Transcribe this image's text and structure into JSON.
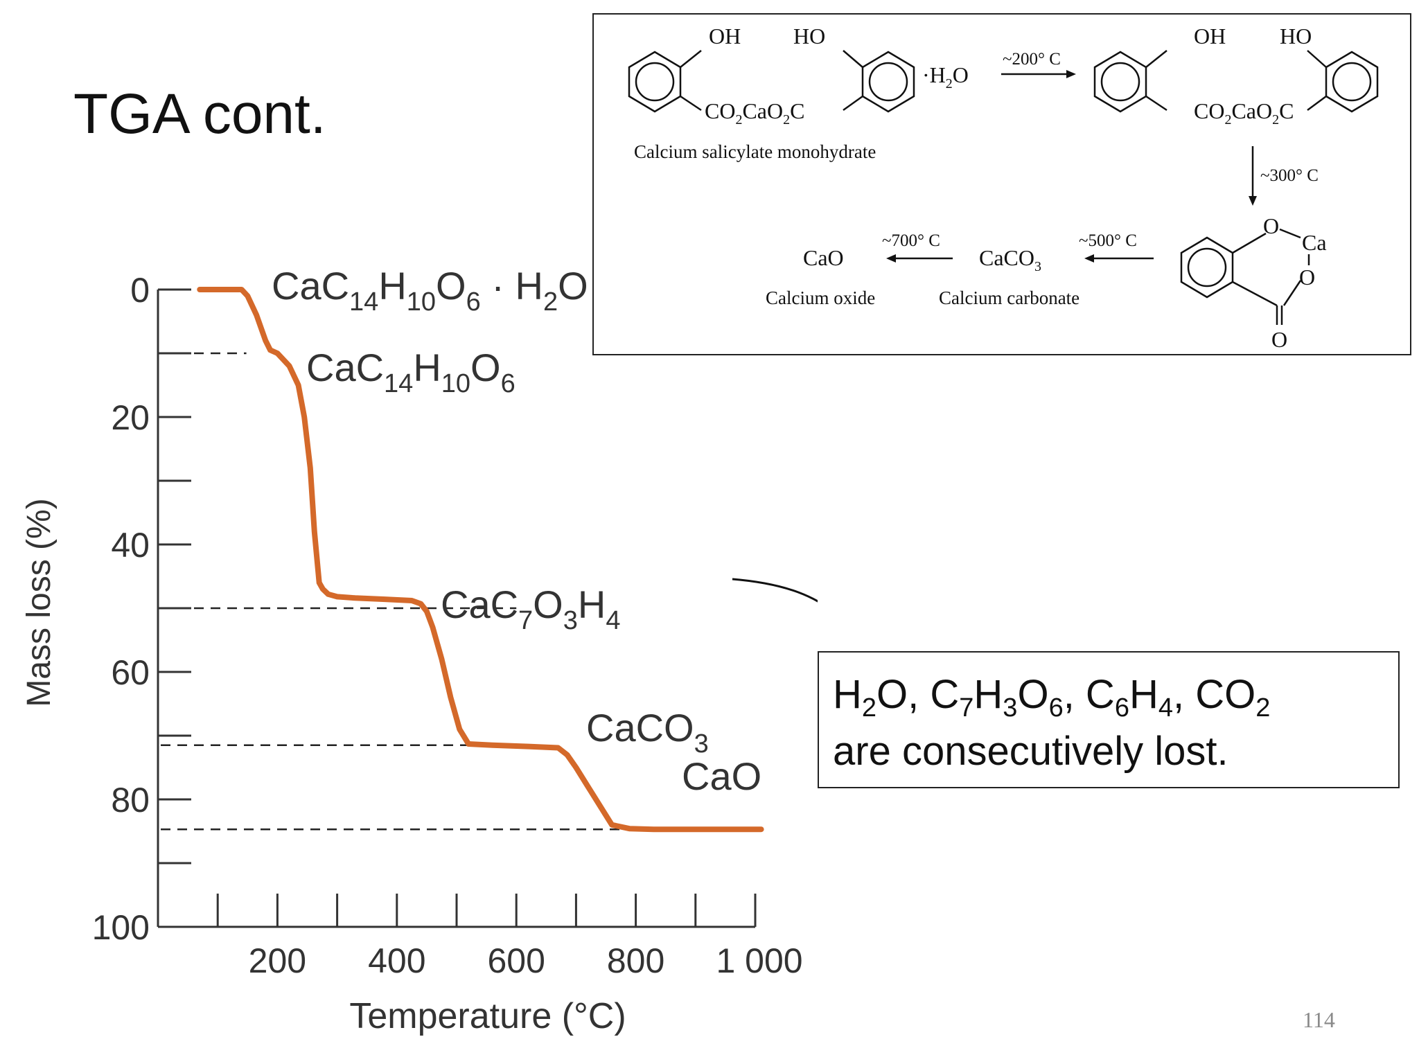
{
  "slide": {
    "title": "TGA cont.",
    "page_number": "114"
  },
  "chart_data": {
    "type": "line",
    "title": "",
    "xlabel": "Temperature (°C)",
    "ylabel": "Mass loss (%)",
    "xlim": [
      0,
      1000
    ],
    "ylim": [
      0,
      100
    ],
    "y_inverted": true,
    "x_tick_labels": [
      "200",
      "400",
      "600",
      "800",
      "1 000"
    ],
    "x_tick_values": [
      200,
      400,
      600,
      800,
      1000
    ],
    "x_minor_ticks": [
      100,
      300,
      500,
      700,
      900
    ],
    "y_tick_labels": [
      "0",
      "20",
      "40",
      "60",
      "80",
      "100"
    ],
    "y_tick_values": [
      0,
      20,
      40,
      60,
      80,
      100
    ],
    "y_minor_ticks": [
      10,
      30,
      50,
      70,
      90
    ],
    "grid": false,
    "series": [
      {
        "color": "#d4692a",
        "x": [
          70,
          100,
          140,
          150,
          165,
          180,
          188,
          200,
          220,
          235,
          245,
          255,
          262,
          270,
          276,
          285,
          300,
          330,
          380,
          425,
          440,
          450,
          460,
          475,
          490,
          505,
          520,
          560,
          620,
          670,
          685,
          700,
          720,
          740,
          760,
          790,
          830,
          1010
        ],
        "y": [
          0,
          0,
          0,
          1,
          4,
          8,
          9.5,
          10,
          12,
          15,
          20,
          28,
          38,
          46,
          47,
          47.8,
          48.2,
          48.4,
          48.6,
          48.8,
          49.3,
          50.5,
          53,
          58,
          64,
          69,
          71.3,
          71.5,
          71.7,
          71.9,
          73,
          75,
          78,
          81,
          84,
          84.6,
          84.7,
          84.7
        ]
      }
    ],
    "reference_lines_y": [
      10,
      50,
      71.5,
      84.7
    ],
    "annotations": [
      {
        "base": "CaC",
        "s1": "14",
        "m1": "H",
        "s2": "10",
        "m2": "O",
        "s3": "6",
        "suffix": " · H",
        "s4": "2",
        "end": "O"
      },
      {
        "base": "CaC",
        "s1": "14",
        "m1": "H",
        "s2": "10",
        "m2": "O",
        "s3": "6"
      },
      {
        "base": "CaC",
        "s1": "7",
        "m1": "O",
        "s2": "3",
        "m2": "H",
        "s3": "4"
      },
      {
        "base": "CaCO",
        "s1": "3"
      },
      {
        "base": "CaO"
      }
    ]
  },
  "mechanism": {
    "oh_top_left": "OH",
    "ho_top_left": "HO",
    "oh_top_right": "OH",
    "ho_top_right": "HO",
    "hydrate_suffix": "·H",
    "hydrate_sub": "2",
    "hydrate_end": "O",
    "salt_left_a": "CO",
    "salt_left_s1": "2",
    "salt_left_b": "CaO",
    "salt_left_s2": "2",
    "salt_left_c": "C",
    "salt_right_a": "CO",
    "salt_right_s1": "2",
    "salt_right_b": "CaO",
    "salt_right_s2": "2",
    "salt_right_c": "C",
    "monohydrate_label": "Calcium salicylate monohydrate",
    "temp_200": "~200° C",
    "temp_300": "~300° C",
    "temp_500": "~500° C",
    "temp_700": "~700° C",
    "cao": "CaO",
    "caco3_base": "CaCO",
    "caco3_sub": "3",
    "cao_label": "Calcium oxide",
    "caco3_label": "Calcium carbonate",
    "ring_o1": "O",
    "ring_ca": "Ca",
    "ring_o2": "O",
    "ring_o3": "O"
  },
  "summary": {
    "p1": "H",
    "s1": "2",
    "p2": "O, C",
    "s2": "7",
    "p3": "H",
    "s3": "3",
    "p4": "O",
    "s4": "6",
    "p5": ", C",
    "s5": "6",
    "p6": "H",
    "s6": "4",
    "p7": ", CO",
    "s7": "2",
    "line2": "are consecutively lost."
  }
}
